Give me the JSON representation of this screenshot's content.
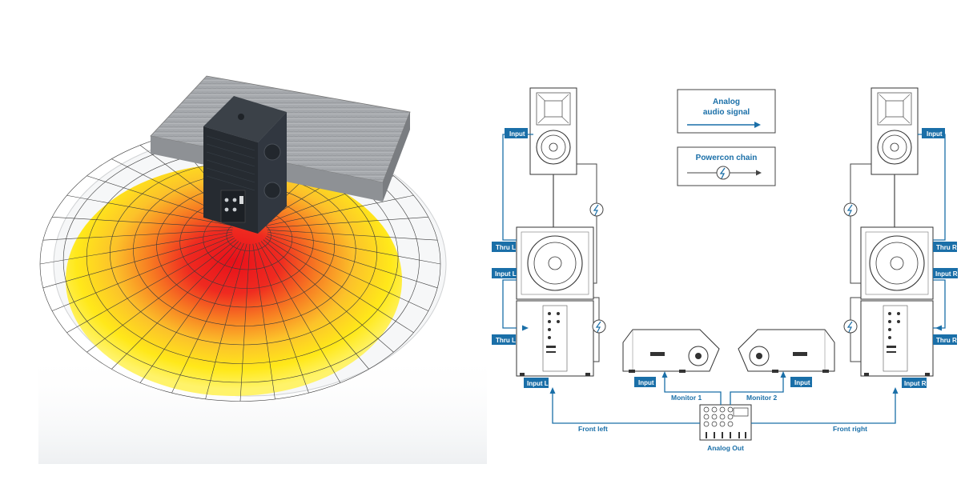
{
  "legend": {
    "analog": "Analog audio signal",
    "analog_line1": "Analog",
    "analog_line2": "audio signal",
    "powercon": "Powercon chain"
  },
  "left_stack": {
    "top_input": "Input",
    "thru_top": "Thru L",
    "input_mid": "Input L",
    "thru_bottom": "Thru L",
    "sub_input": "Input L"
  },
  "right_stack": {
    "top_input": "Input",
    "thru_top": "Thru R",
    "input_mid": "Input R",
    "thru_bottom": "Thru R",
    "sub_input": "Input R"
  },
  "monitors": {
    "left_input": "Input",
    "right_input": "Input",
    "monitor1": "Monitor 1",
    "monitor2": "Monitor 2"
  },
  "mixer": {
    "front_left": "Front left",
    "front_right": "Front right",
    "analog_out": "Analog Out"
  },
  "colors": {
    "signal_blue": "#1a6fa8",
    "heat_red": "#e8101a",
    "heat_yellow": "#ffe81a"
  }
}
